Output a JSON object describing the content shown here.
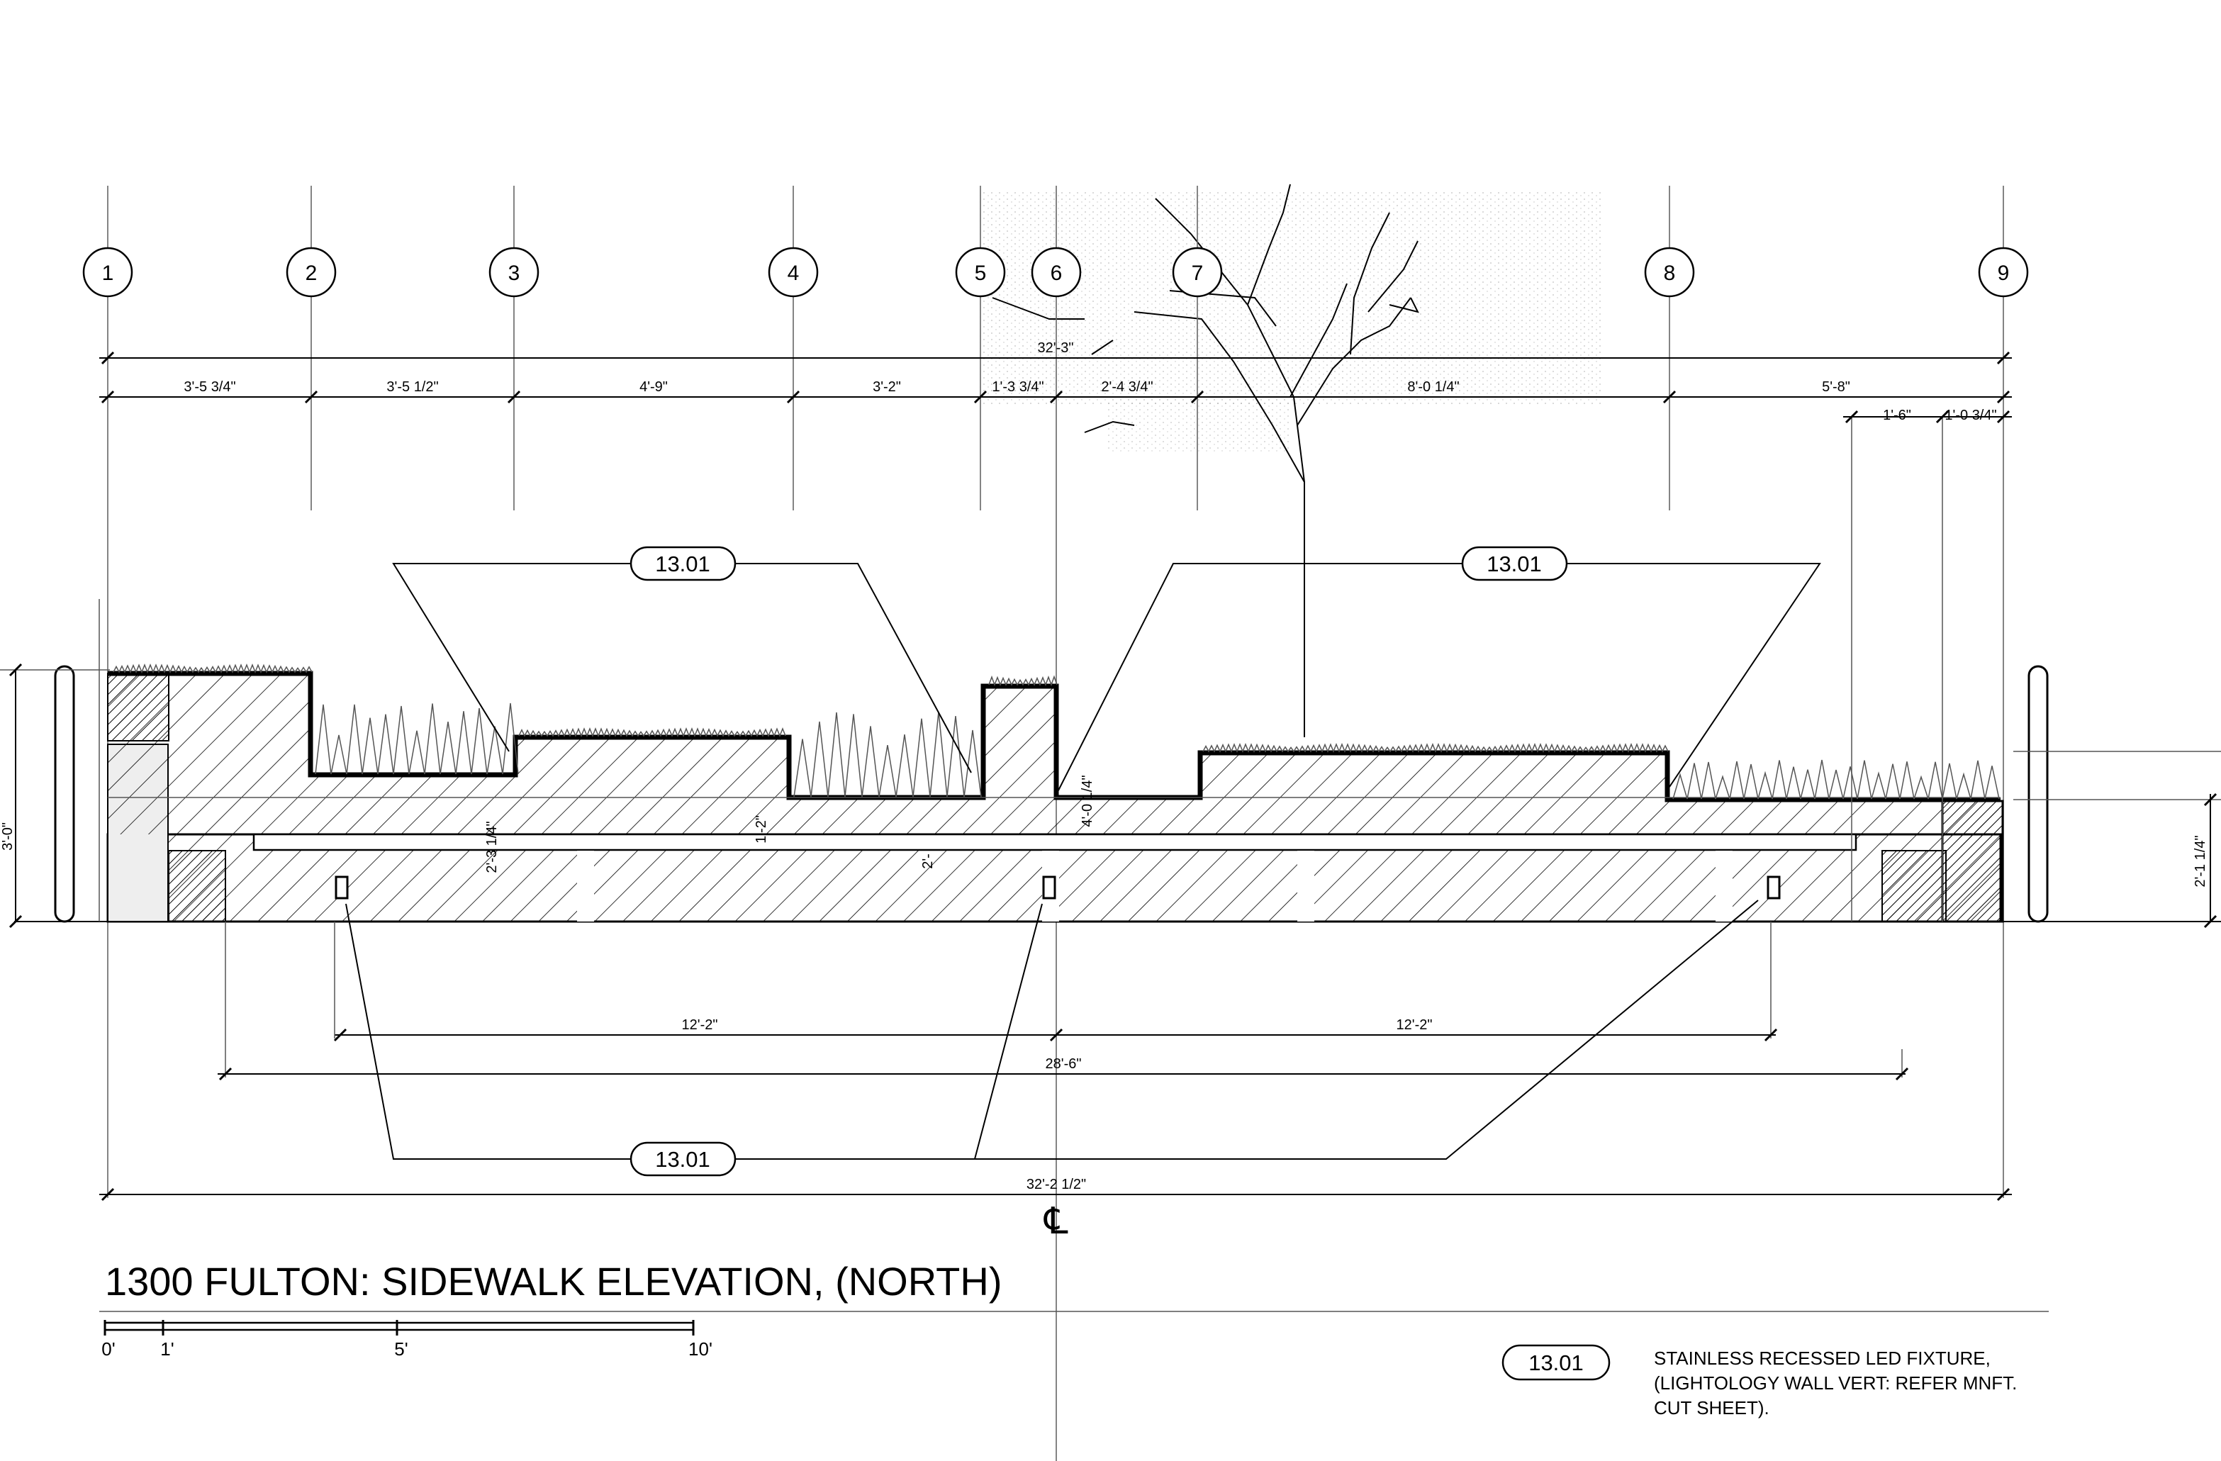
{
  "grid_lines": [
    "1",
    "2",
    "3",
    "4",
    "5",
    "6",
    "7",
    "8",
    "9"
  ],
  "dimensions": {
    "overall_top": "32'-3\"",
    "segments_top": [
      "3'-5 3/4\"",
      "3'-5 1/2\"",
      "4'-9\"",
      "3'-2\"",
      "1'-3 3/4\"",
      "2'-4 3/4\"",
      "8'-0 1/4\"",
      "5'-8\""
    ],
    "right_upper": [
      "1'-6\"",
      "1'-0 3/4\""
    ],
    "lower_left": "12'-2\"",
    "lower_right": "12'-2\"",
    "lower_mid": "28'-6\"",
    "overall_bottom": "32'-2 1/2\"",
    "vertical_left": "3'-0\"",
    "vertical_right": "2'-1 1/4\"",
    "vertical_a": "2'-3 1/4\"",
    "vertical_b": "1'-2\"",
    "vertical_c": "2'-",
    "vertical_d": "4'-0 1/4\""
  },
  "tags": {
    "tag_upper_left": "13.01",
    "tag_upper_right": "13.01",
    "tag_lower": "13.01"
  },
  "centerline_symbol": "℄",
  "title": "1300 FULTON: SIDEWALK ELEVATION, (NORTH)",
  "scale": {
    "labels": [
      "0'",
      "1'",
      "5'",
      "10'"
    ]
  },
  "legend": {
    "tag": "13.01",
    "lines": [
      "STAINLESS RECESSED LED FIXTURE,",
      "(LIGHTOLOGY WALL VERT: REFER MNFT.",
      "CUT SHEET)."
    ]
  }
}
